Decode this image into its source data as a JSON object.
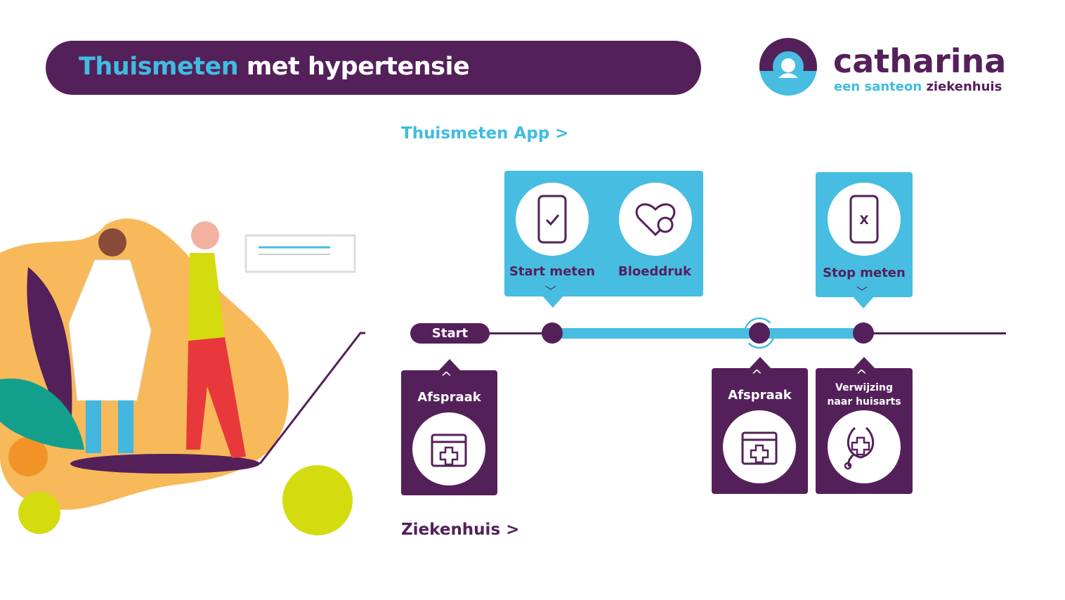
{
  "title": {
    "highlight": "Thuismeten",
    "rest": " met hypertensie"
  },
  "logo": {
    "name": "catharina",
    "sub_highlight": "een santeon",
    "sub_rest": " ziekenhuis"
  },
  "sections": {
    "app": "Thuismeten App >",
    "hospital": "Ziekenhuis >"
  },
  "timeline": {
    "start": "Start"
  },
  "app_steps": [
    {
      "label": "Start meten",
      "icon": "phone-check-icon"
    },
    {
      "label": "Bloeddruk",
      "icon": "heart-gauge-icon"
    },
    {
      "label": "Stop meten",
      "icon": "phone-x-icon"
    }
  ],
  "hospital_steps": [
    {
      "label": "Afspraak",
      "icon": "calendar-plus-icon"
    },
    {
      "label": "Afspraak",
      "icon": "calendar-plus-icon"
    },
    {
      "label1": "Verwijzing",
      "label2": "naar huisarts",
      "icon": "stethoscope-icon"
    }
  ],
  "colors": {
    "purple": "#54205a",
    "cyan": "#47bde2",
    "orange": "#f8b95a",
    "lime": "#d4dc10"
  }
}
